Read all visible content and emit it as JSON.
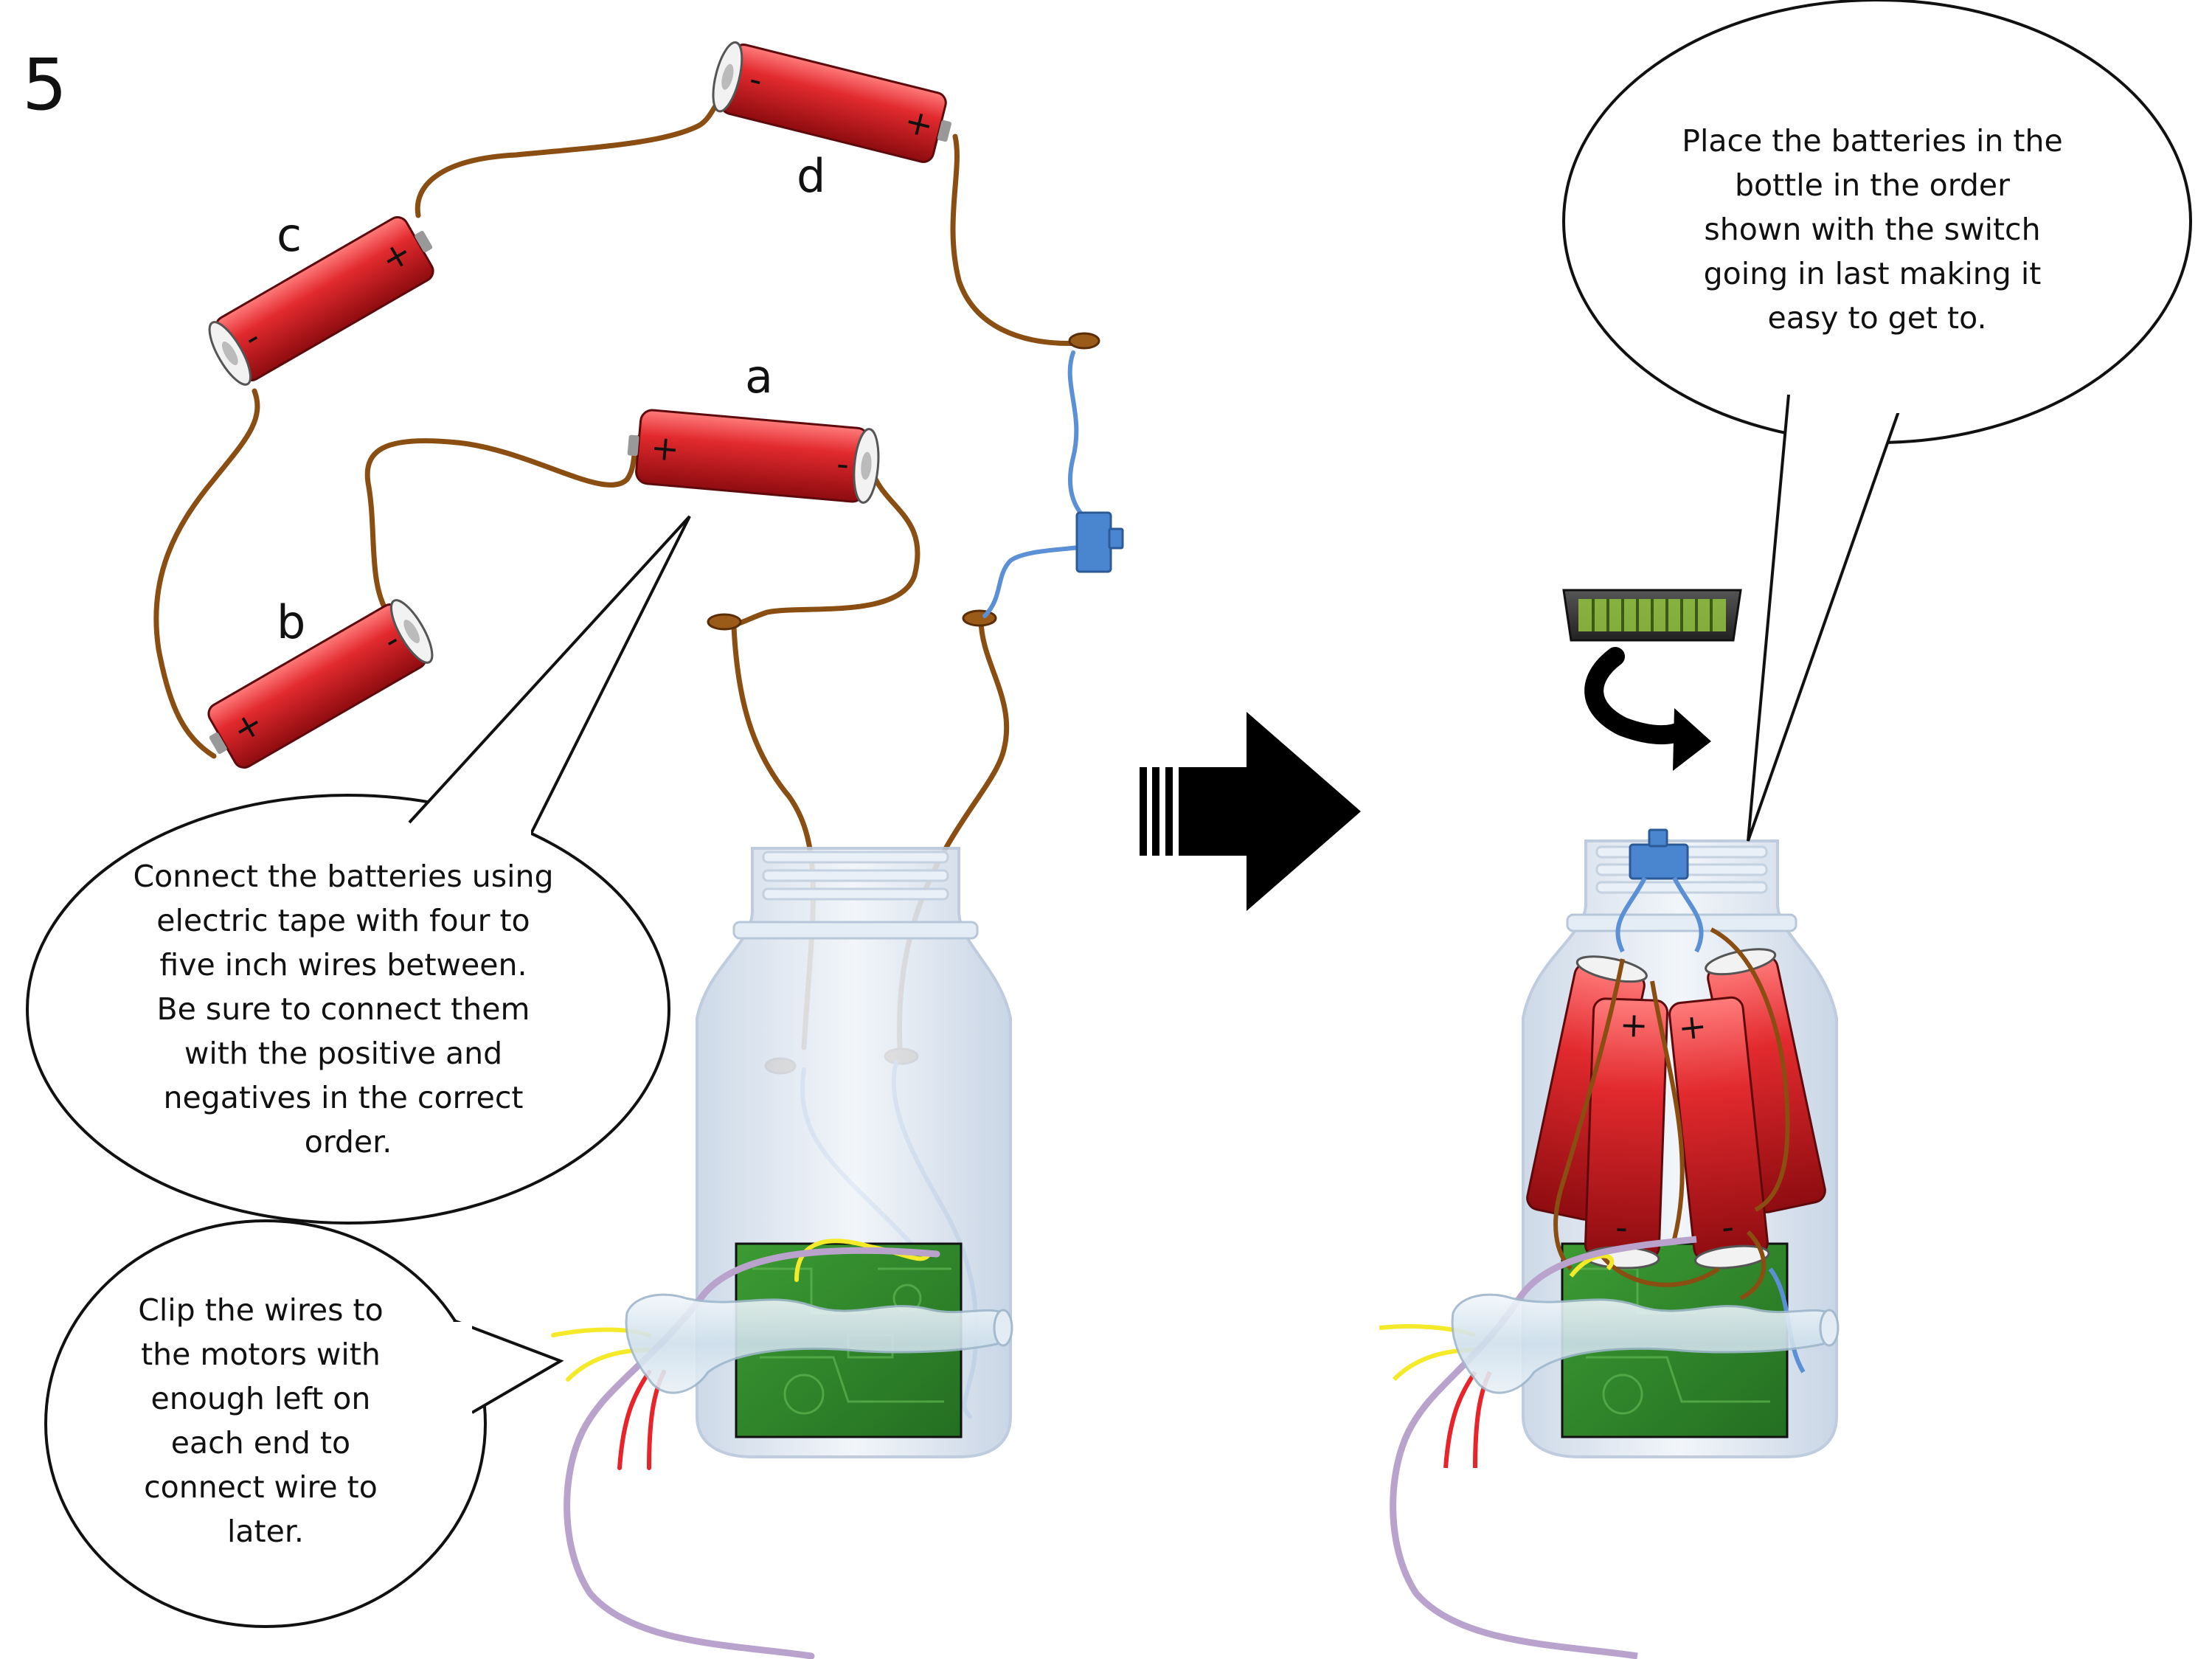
{
  "step_number": "5",
  "battery_labels": {
    "a": "a",
    "b": "b",
    "c": "c",
    "d": "d"
  },
  "polarity": {
    "plus": "+",
    "minus": "-"
  },
  "callouts": {
    "top_right": [
      "Place the batteries in the",
      "bottle in the order",
      "shown with the switch",
      "going in last making it",
      "easy to get to."
    ],
    "middle_left": [
      "Connect the batteries using",
      "electric tape with four to",
      "five inch wires between.",
      "Be sure to connect them",
      "with the positive and",
      "negatives in the correct",
      "order."
    ],
    "bottom_left": [
      "Clip the wires to",
      "the motors with",
      "enough left on",
      "each end to",
      "connect wire to",
      "later."
    ]
  },
  "colors": {
    "battery_red": "#d8262b",
    "wire_brown": "#8a4d12",
    "wire_blue": "#5b8fd6",
    "switch_blue": "#4a86d0",
    "circuit_green": "#2f8f2a",
    "wire_yellow": "#f4ea2a",
    "wire_red": "#e8232a",
    "wire_purple": "#b9a3cc",
    "bottle": "#dbe6f2",
    "arrow": "#000000"
  },
  "icons": [
    "right-arrow-icon",
    "rotate-cap-arrow-icon",
    "bottle-cap-icon",
    "switch-icon"
  ]
}
